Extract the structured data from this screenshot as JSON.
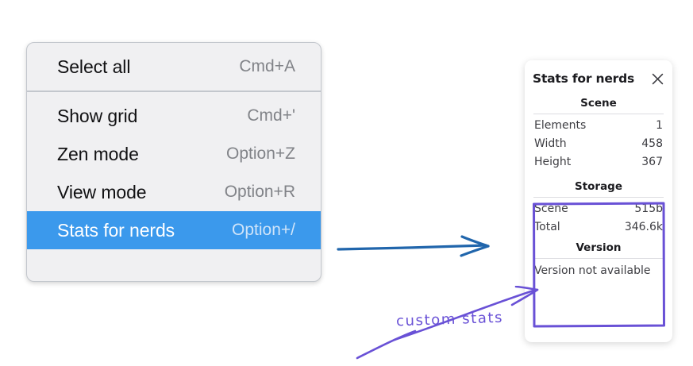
{
  "menu": {
    "groups": [
      {
        "items": [
          {
            "label": "Select all",
            "shortcut": "Cmd+A",
            "selected": false
          }
        ]
      },
      {
        "items": [
          {
            "label": "Show grid",
            "shortcut": "Cmd+'",
            "selected": false
          },
          {
            "label": "Zen mode",
            "shortcut": "Option+Z",
            "selected": false
          },
          {
            "label": "View mode",
            "shortcut": "Option+R",
            "selected": false
          },
          {
            "label": "Stats for nerds",
            "shortcut": "Option+/",
            "selected": true
          }
        ]
      }
    ],
    "highlight_color": "#3b99ec"
  },
  "stats_panel": {
    "title": "Stats for nerds",
    "close_icon": "close-icon",
    "sections": [
      {
        "heading": "Scene",
        "rows": [
          {
            "label": "Elements",
            "value": "1"
          },
          {
            "label": "Width",
            "value": "458"
          },
          {
            "label": "Height",
            "value": "367"
          }
        ]
      },
      {
        "heading": "Storage",
        "rows": [
          {
            "label": "Scene",
            "value": "515b"
          },
          {
            "label": "Total",
            "value": "346.6k"
          }
        ]
      },
      {
        "heading": "Version",
        "note": "Version not available"
      }
    ]
  },
  "annotations": {
    "blue_arrow": {
      "icon": "arrow-right-icon",
      "color": "#2166ac"
    },
    "purple_rect": {
      "icon": "highlight-rectangle",
      "color": "#6951d6"
    },
    "purple_arrow": {
      "icon": "arrow-pointer-icon",
      "color": "#6951d6"
    },
    "handwritten_label": "custom stats",
    "handwritten_color": "#6951d6"
  }
}
